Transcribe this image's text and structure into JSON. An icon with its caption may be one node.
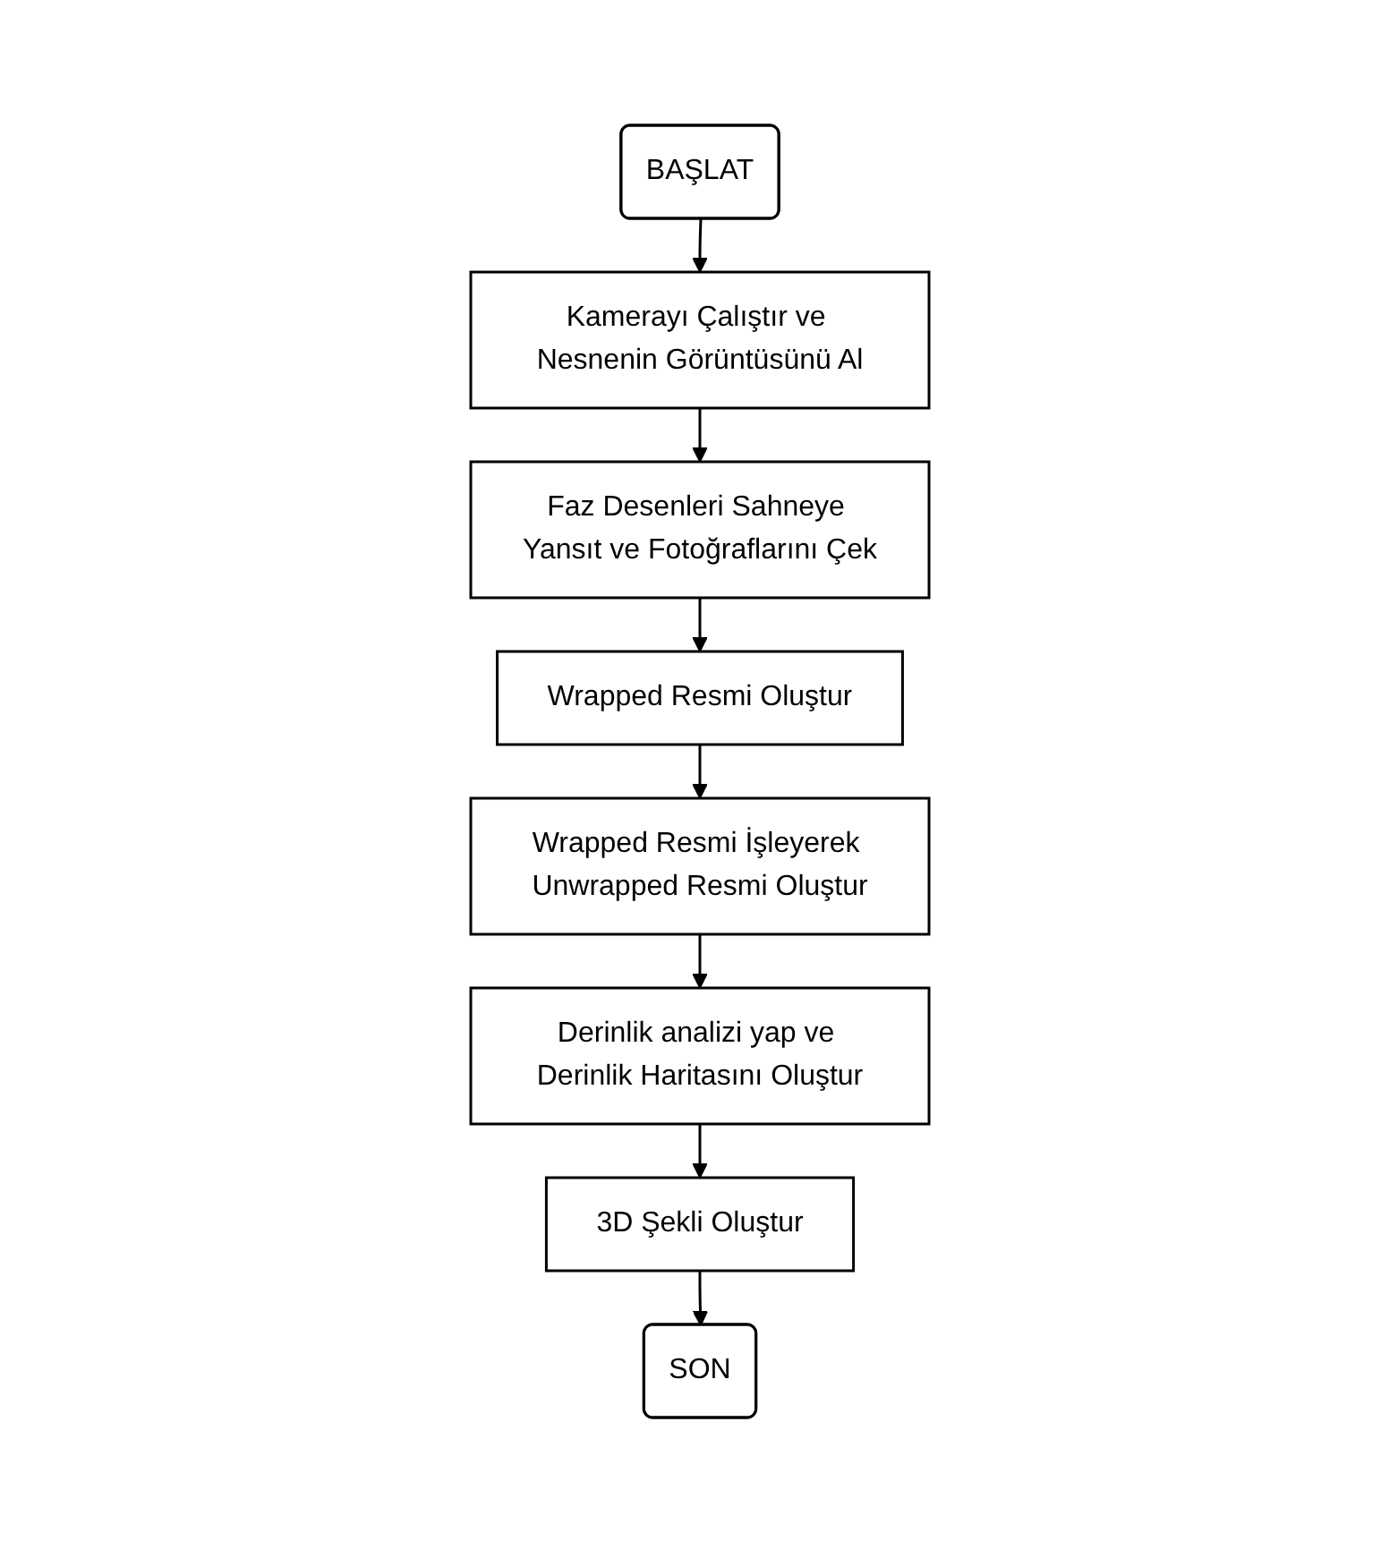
{
  "diagram": {
    "nodes": [
      {
        "text": [
          "BAŞLAT"
        ]
      },
      {
        "text": [
          "Kamerayı Çalıştır ve Nesnenin Görüntüsünü Al"
        ]
      },
      {
        "text": [
          "Faz Desenleri Sahneye Yansıt ve Fotoğraflarını Çek"
        ]
      },
      {
        "text": [
          "Wrapped Resmi Oluştur"
        ]
      },
      {
        "text": [
          "Wrapped Resmi İşleyerek Unwrapped Resmi Oluştur"
        ]
      },
      {
        "text": [
          "Derinlik analizi yap ve Derinlik Haritasını Oluştur"
        ]
      },
      {
        "text": [
          "3D Şekli Oluştur"
        ]
      },
      {
        "text": [
          "SON"
        ]
      }
    ],
    "edges": [
      {
        "from": 0,
        "to": 1,
        "arrow": "to"
      },
      {
        "from": 1,
        "to": 2,
        "arrow": "to"
      },
      {
        "from": 2,
        "to": 3,
        "arrow": "to"
      },
      {
        "from": 3,
        "to": 4,
        "arrow": "to"
      },
      {
        "from": 4,
        "to": 5,
        "arrow": "to"
      },
      {
        "from": 5,
        "to": 6,
        "arrow": "to"
      },
      {
        "from": 6,
        "to": 7,
        "arrow": "to"
      }
    ]
  }
}
